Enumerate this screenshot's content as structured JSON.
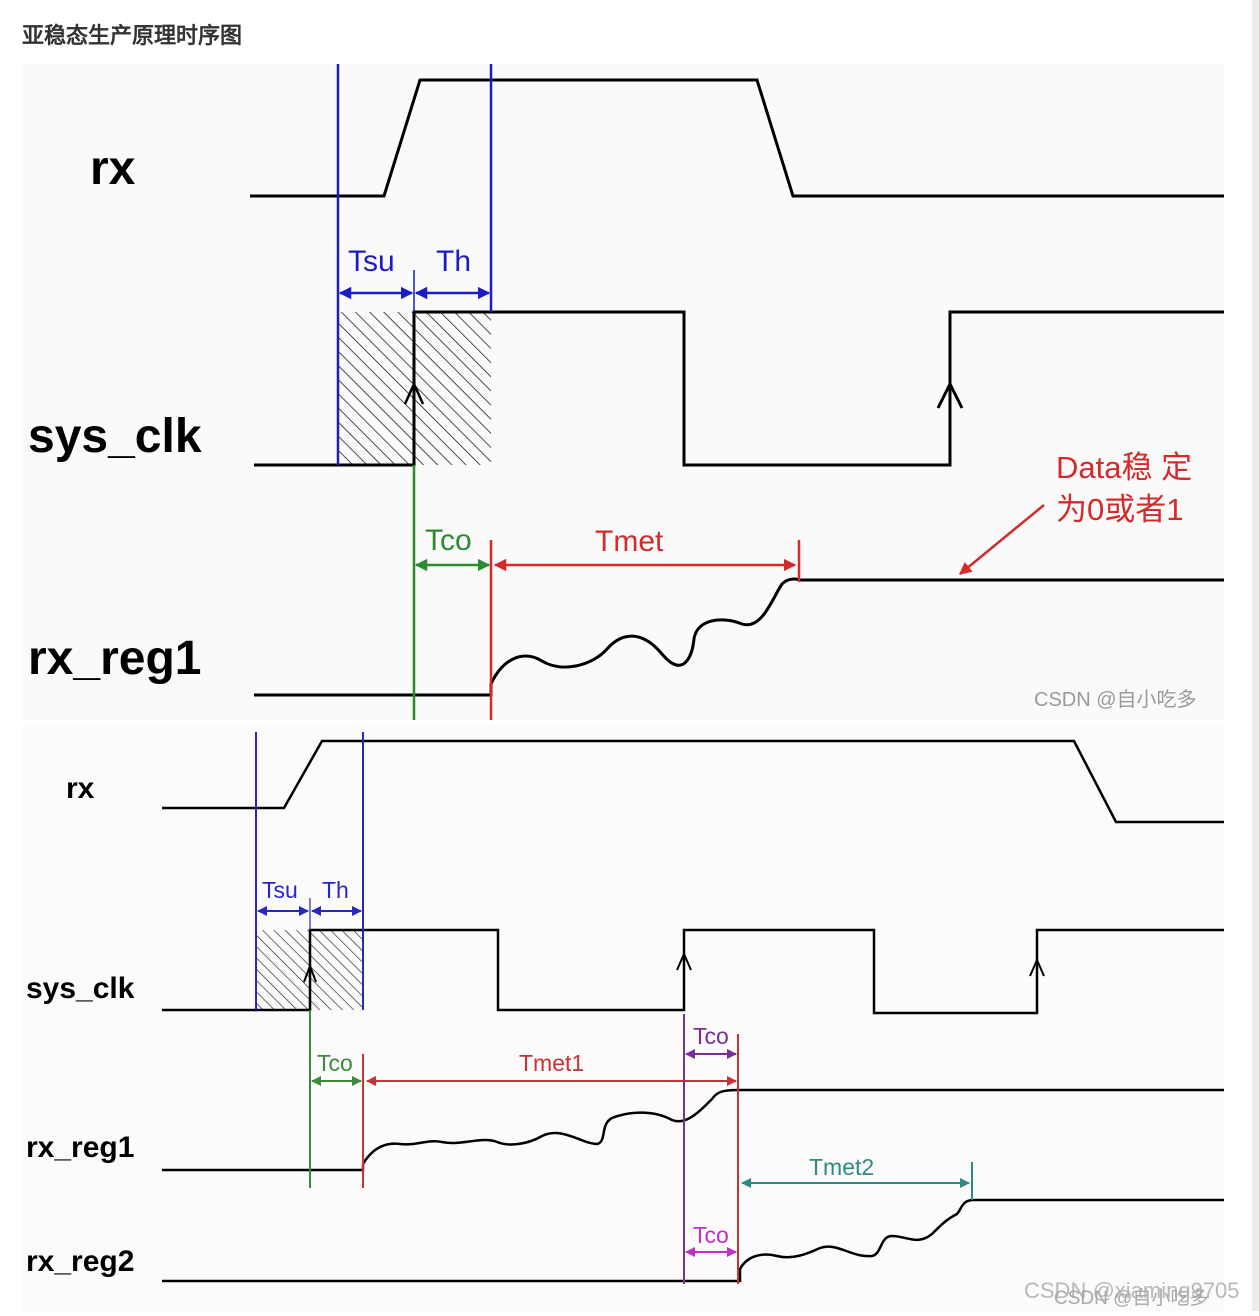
{
  "page": {
    "title": "亚稳态生产原理时序图"
  },
  "diagram1": {
    "signals": {
      "rx": "rx",
      "sys_clk": "sys_clk",
      "rx_reg1": "rx_reg1"
    },
    "labels": {
      "tsu": "Tsu",
      "th": "Th",
      "tco": "Tco",
      "tmet": "Tmet",
      "annotation_line1": "Data稳 定",
      "annotation_line2": "为0或者1"
    },
    "watermark": "CSDN @自小吃多",
    "colors": {
      "setup_hold": "#1c1cc4",
      "tco": "#2e8a2e",
      "tmet": "#d42a2a",
      "signal": "#000000"
    }
  },
  "diagram2": {
    "signals": {
      "rx": "rx",
      "sys_clk": "sys_clk",
      "rx_reg1": "rx_reg1",
      "rx_reg2": "rx_reg2"
    },
    "labels": {
      "tsu": "Tsu",
      "th": "Th",
      "tco1": "Tco",
      "tmet1": "Tmet1",
      "tco2": "Tco",
      "tco3": "Tco",
      "tmet2": "Tmet2"
    },
    "watermark_back": "CSDN @xiaming9705",
    "watermark_front": "CSDN @自小吃多",
    "colors": {
      "setup_hold": "#2828c0",
      "tco": "#3c8a3c",
      "tmet": "#c83232",
      "tco_purple": "#7a2e9a",
      "tco_magenta": "#c02ec8",
      "tmet2": "#2e8a80",
      "signal": "#000000"
    }
  }
}
